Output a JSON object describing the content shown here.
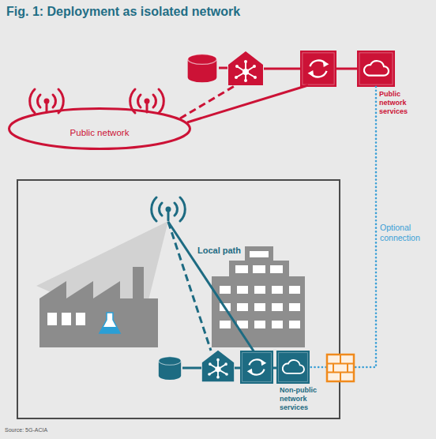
{
  "diagram": {
    "title": "Fig. 1: Deployment as isolated network",
    "caption": "Source: 5G-ACIA",
    "nodes": [
      {
        "text": [
          "Public network"
        ]
      },
      {
        "text": [
          "Public network services"
        ]
      },
      {
        "text": [
          "Non-public network services"
        ]
      }
    ],
    "edges": [
      {
        "from": 1,
        "to": 2,
        "arrow": "none",
        "label": "Optional connection"
      }
    ],
    "labels": [
      "Local path"
    ]
  }
}
